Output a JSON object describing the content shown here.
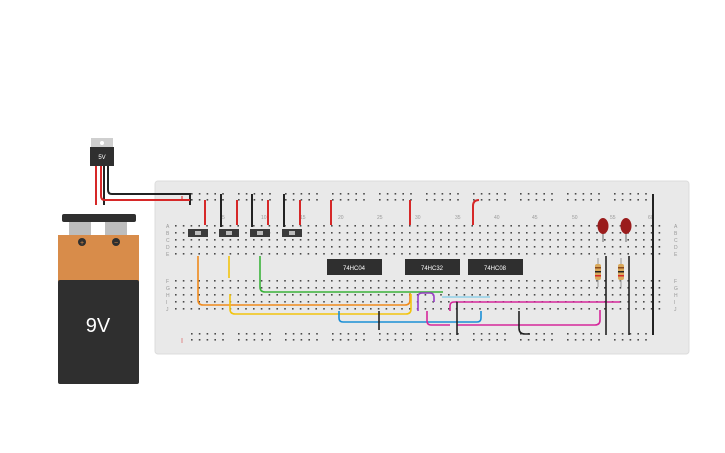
{
  "regulator": {
    "label": "5V"
  },
  "battery": {
    "voltage_label": "9V",
    "plus_symbol": "+",
    "minus_symbol": "−"
  },
  "breadboard": {
    "column_numbers": [
      "5",
      "10",
      "15",
      "20",
      "25",
      "30",
      "35",
      "40",
      "45",
      "50",
      "55",
      "60"
    ],
    "row_letters_top": [
      "A",
      "B",
      "C",
      "D",
      "E"
    ],
    "row_letters_bottom": [
      "F",
      "G",
      "H",
      "I",
      "J"
    ]
  },
  "chips": [
    {
      "label": "74HC04"
    },
    {
      "label": "74HC32"
    },
    {
      "label": "74HC08"
    }
  ],
  "colors": {
    "board": "#e9e9e9",
    "hole": "#4a4a4a",
    "battery_top": "#d88c4a",
    "battery_body": "#2f2f2f",
    "chip": "#2f2f2f",
    "led": "#9a1c1c",
    "wire_black": "#222222",
    "wire_red": "#d62828",
    "wire_orange": "#f08a1c",
    "wire_yellow": "#f2c40f",
    "wire_green": "#3bb33b",
    "wire_blue": "#1a8fd6",
    "wire_magenta": "#d6289b",
    "wire_purple": "#9a3fc8",
    "wire_lightblue": "#8fd0e8"
  }
}
